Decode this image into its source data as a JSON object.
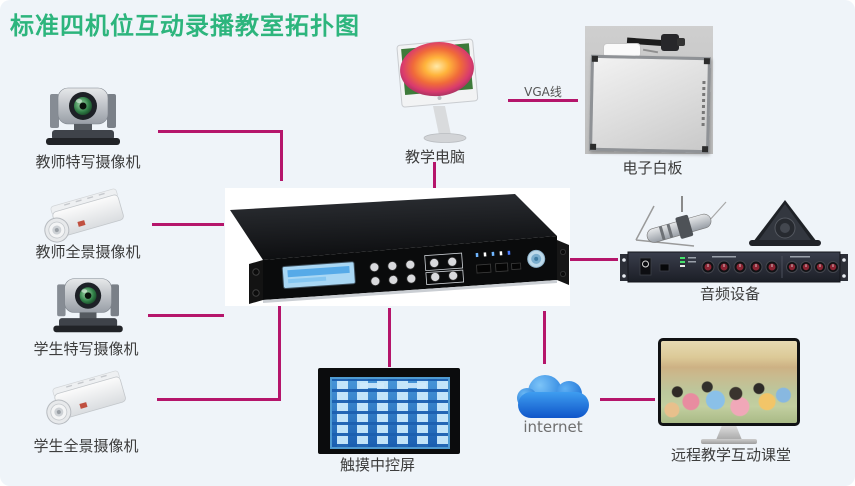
{
  "title": "标准四机位互动录播教室拓扑图",
  "labels": {
    "cam_teacher_closeup": "教师特写摄像机",
    "cam_teacher_pan": "教师全景摄像机",
    "cam_student_closeup": "学生特写摄像机",
    "cam_student_pan": "学生全景摄像机",
    "computer": "教学电脑",
    "whiteboard": "电子白板",
    "audio": "音频设备",
    "touch_panel": "触摸中控屏",
    "internet": "internet",
    "remote": "远程教学互动课堂",
    "vga": "VGA线"
  },
  "colors": {
    "title": "#2db57d",
    "connection_line": "#b5156b",
    "background": "#eff4f9",
    "cloud_blue": "#2f86e0"
  }
}
